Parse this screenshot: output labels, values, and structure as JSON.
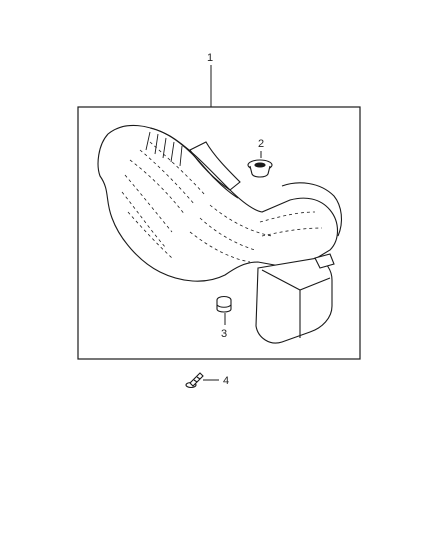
{
  "callouts": {
    "part_1": "1",
    "part_2": "2",
    "part_3": "3",
    "part_4": "4"
  },
  "colors": {
    "line": "#1a1a1a",
    "frame": "#1a1a1a",
    "background": "#ffffff"
  }
}
